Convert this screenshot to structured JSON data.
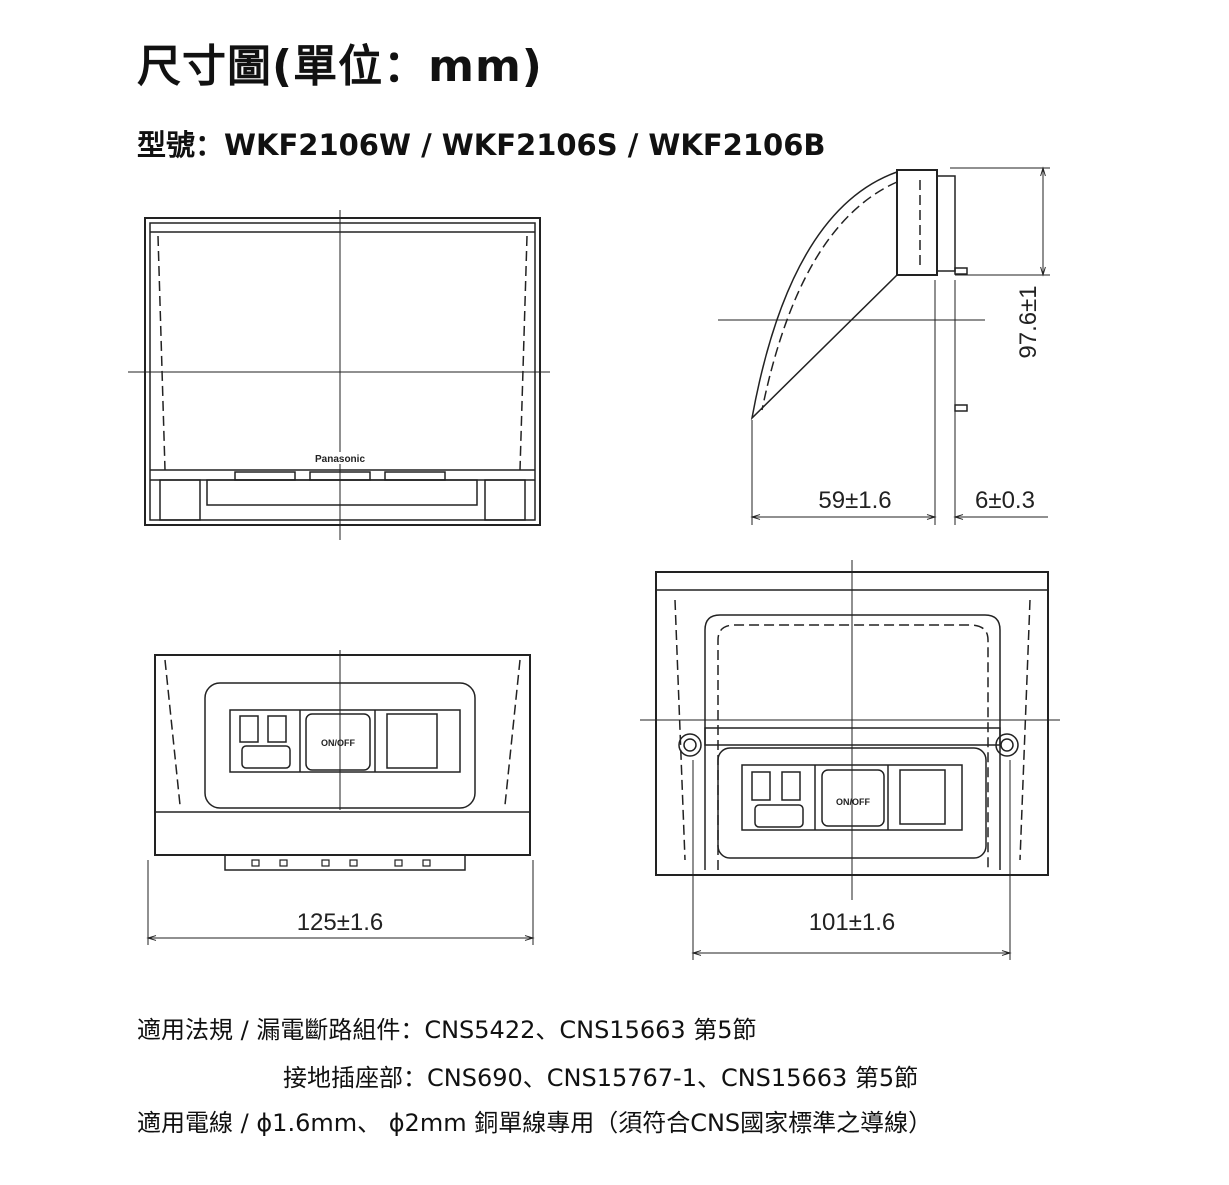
{
  "title": "尺寸圖(單位：mm)",
  "model_line": "型號：WKF2106W / WKF2106S / WKF2106B",
  "front_view": {
    "brand": "Panasonic"
  },
  "side_view": {
    "height_dim": "97.6±1",
    "depth_dim": "59±1.6",
    "plate_dim": "6±0.3"
  },
  "open_view_left": {
    "width_dim": "125±1.6",
    "switch_label": "ON/OFF"
  },
  "open_view_right": {
    "width_dim": "101±1.6",
    "switch_label": "ON/OFF"
  },
  "notes": {
    "line1": "適用法規 / 漏電斷路組件：CNS5422、CNS15663 第5節",
    "line2": "接地插座部：CNS690、CNS15767-1、CNS15663 第5節",
    "line3": "適用電線 / ϕ1.6mm、 ϕ2mm 銅單線專用（須符合CNS國家標準之導線）"
  }
}
